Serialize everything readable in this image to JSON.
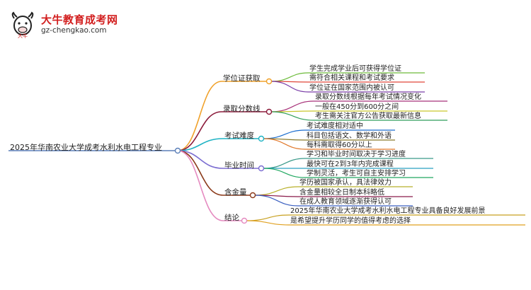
{
  "logo": {
    "mark_text": "大牛",
    "name": "大牛教育成考网",
    "url": "gz-chengkao.com",
    "brand_color": "#d21f1f"
  },
  "root": {
    "label": "2025年华南农业大学成考水利水电工程专业"
  },
  "colors": {
    "root": "#5b7fb8",
    "branches": [
      "#f0a12a",
      "#8b1a3a",
      "#1fb3c4",
      "#7b6dd1",
      "#8b3a1a",
      "#e58ac0"
    ],
    "leaf": [
      "#6dbb3b",
      "#e0473a",
      "#7b3fa8",
      "#a8327a",
      "#c9c62c",
      "#2f9e5a",
      "#1a6ccf",
      "#8a7a2a",
      "#e0782a",
      "#3a9a8a",
      "#2aa0c0",
      "#20a860",
      "#b8b02a",
      "#8a1a4a",
      "#3a5fc0",
      "#c8a020",
      "#e0a020",
      "#3a8ad0"
    ]
  },
  "branches": [
    {
      "label": "学位证获取",
      "leaves": [
        "学生完成学业后可获得学位证",
        "需符合相关课程和考试要求",
        "学位证在国家范围内被认可"
      ]
    },
    {
      "label": "录取分数线",
      "leaves": [
        "录取分数线根据每年考试情况变化",
        "一般在450分到600分之间",
        "考生需关注官方公告获取最新信息"
      ]
    },
    {
      "label": "考试难度",
      "leaves": [
        "考试难度相对适中",
        "科目包括语文、数学和外语",
        "每科需取得60分以上"
      ]
    },
    {
      "label": "毕业时间",
      "leaves": [
        "学习和毕业时间取决于学习进度",
        "最快可在2到3年内完成课程",
        "学制灵活，考生可自主安排学习"
      ]
    },
    {
      "label": "含金量",
      "leaves": [
        "学历被国家承认，具法律效力",
        "含金量相较全日制本科略低",
        "在成人教育领域逐渐获得认可"
      ]
    },
    {
      "label": "结论",
      "leaves": [
        "2025年华南农业大学成考水利水电工程专业具备良好发展前景",
        "是希望提升学历同学的值得考虑的选择"
      ]
    }
  ]
}
